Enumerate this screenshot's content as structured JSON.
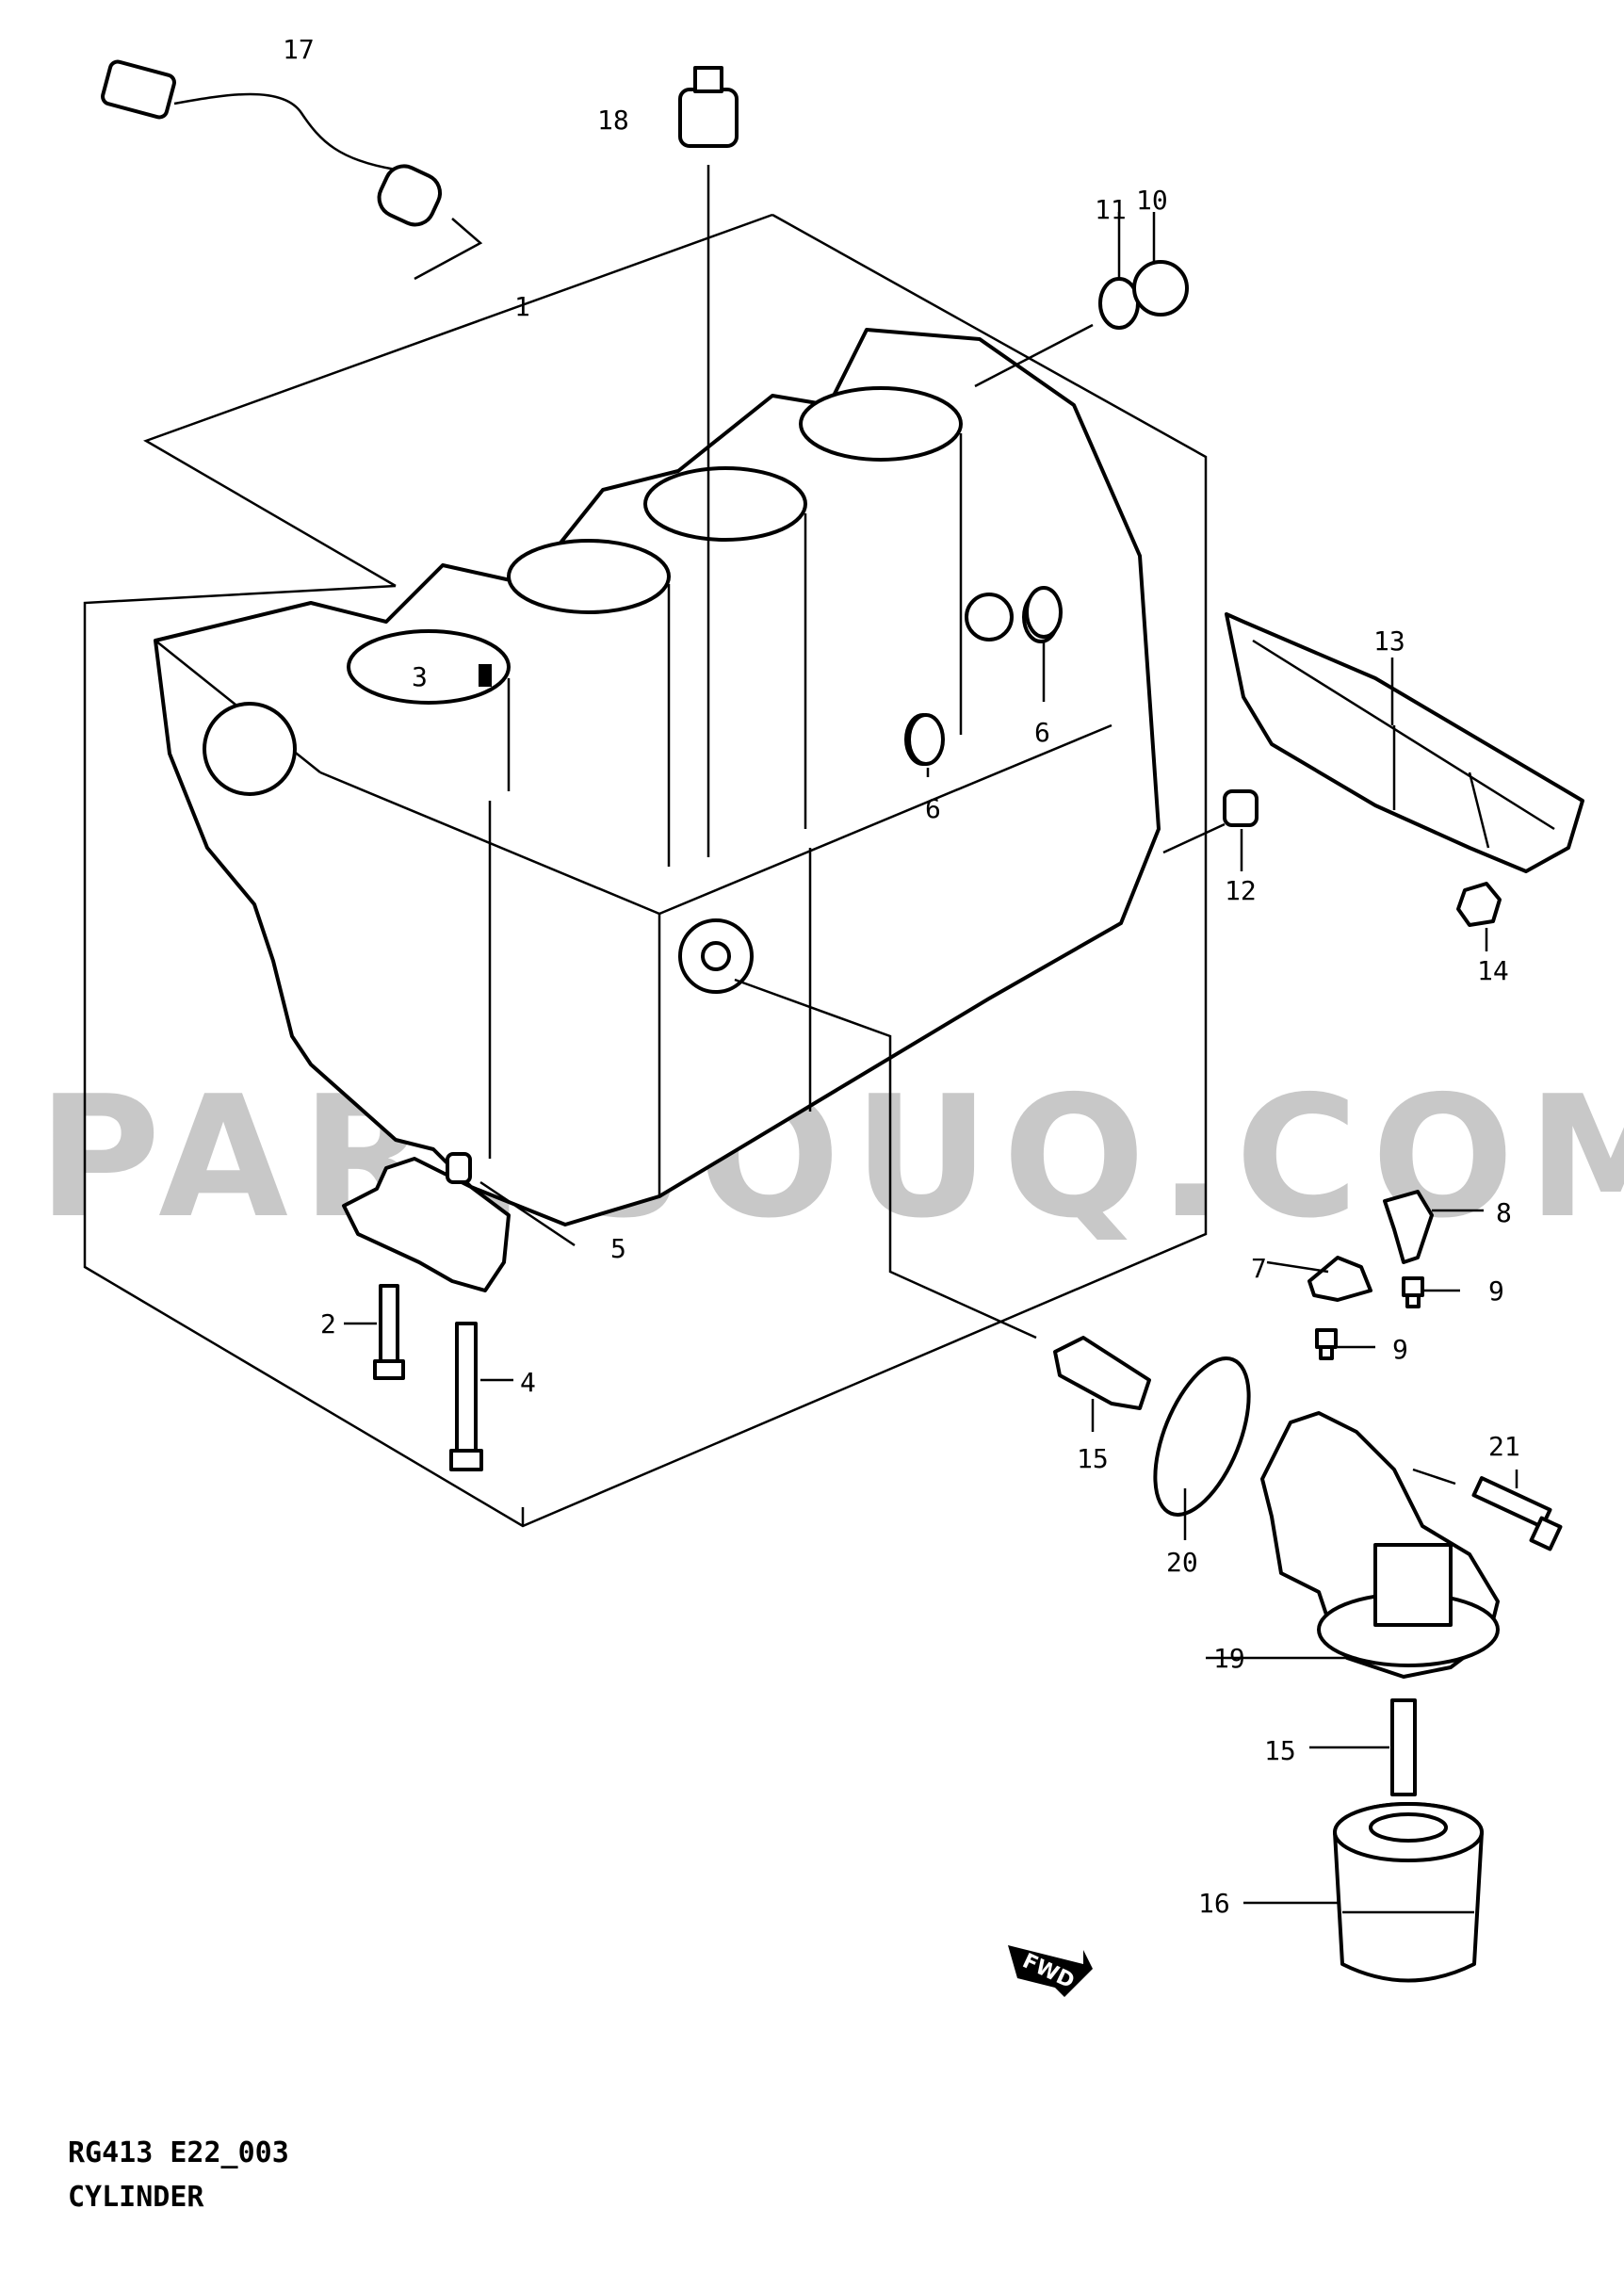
{
  "watermark": "PARTSOUQ.COM",
  "caption": {
    "code": "RG413 E22_003",
    "title": "CYLINDER"
  },
  "fwd_label": "FWD",
  "callouts": [
    {
      "id": "17",
      "text": "17"
    },
    {
      "id": "18",
      "text": "18"
    },
    {
      "id": "1",
      "text": "1"
    },
    {
      "id": "11",
      "text": "11"
    },
    {
      "id": "10",
      "text": "10"
    },
    {
      "id": "3",
      "text": "3"
    },
    {
      "id": "13",
      "text": "13"
    },
    {
      "id": "6a",
      "text": "6"
    },
    {
      "id": "6b",
      "text": "6"
    },
    {
      "id": "12",
      "text": "12"
    },
    {
      "id": "14",
      "text": "14"
    },
    {
      "id": "5",
      "text": "5"
    },
    {
      "id": "8",
      "text": "8"
    },
    {
      "id": "7",
      "text": "7"
    },
    {
      "id": "9a",
      "text": "9"
    },
    {
      "id": "2",
      "text": "2"
    },
    {
      "id": "9b",
      "text": "9"
    },
    {
      "id": "4",
      "text": "4"
    },
    {
      "id": "21",
      "text": "21"
    },
    {
      "id": "15a",
      "text": "15"
    },
    {
      "id": "20",
      "text": "20"
    },
    {
      "id": "19",
      "text": "19"
    },
    {
      "id": "15b",
      "text": "15"
    },
    {
      "id": "16",
      "text": "16"
    }
  ]
}
